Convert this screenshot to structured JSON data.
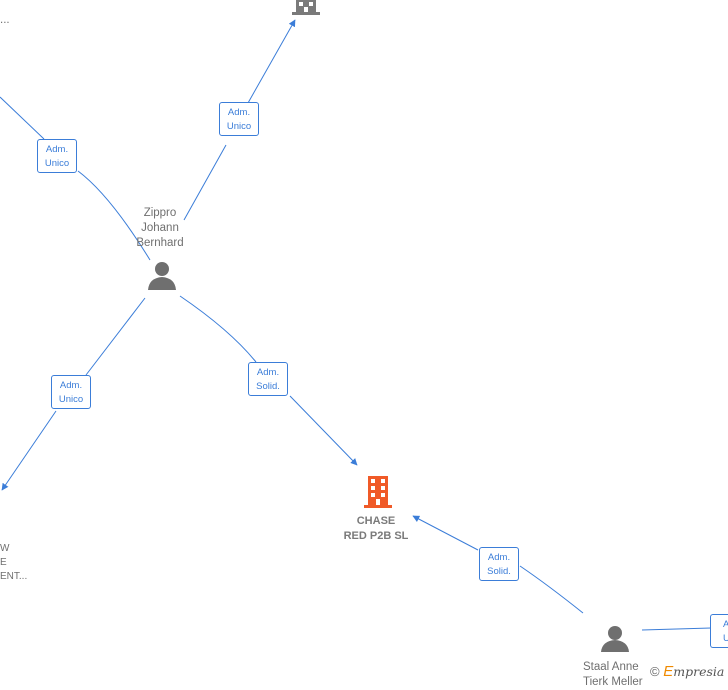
{
  "nodes": {
    "top_company": {
      "label": ""
    },
    "main_company": {
      "line1": "CHASE",
      "line2": "RED P2B  SL",
      "color": "#f05a28"
    },
    "person_zippro": {
      "line1": "Zippro",
      "line2": "Johann",
      "line3": "Bernhard"
    },
    "person_staal": {
      "line1": "Staal Anne",
      "line2": "Tierk Meller"
    },
    "left_entity": {
      "line1": "W",
      "line2": "E",
      "line3": "ENT..."
    },
    "top_left_fragment": "..."
  },
  "edges": {
    "e1": {
      "role_line1": "Adm.",
      "role_line2": "Unico"
    },
    "e2": {
      "role_line1": "Adm.",
      "role_line2": "Unico"
    },
    "e3": {
      "role_line1": "Adm.",
      "role_line2": "Unico"
    },
    "e4": {
      "role_line1": "Adm.",
      "role_line2": "Solid."
    },
    "e5": {
      "role_line1": "Adm.",
      "role_line2": "Solid."
    },
    "e6": {
      "role_line1": "Adm.",
      "role_line2": "Unico"
    }
  },
  "footer": {
    "copyright": "©",
    "brand_first": "E",
    "brand_rest": "mpresia"
  },
  "colors": {
    "edge": "#3b7dd8",
    "person": "#6f6f6f",
    "company_gray": "#7a7a7a",
    "company_main": "#f05a28"
  },
  "icons": {
    "person": "person-icon",
    "building": "building-icon"
  }
}
